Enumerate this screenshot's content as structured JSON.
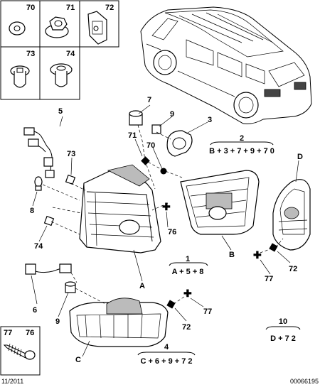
{
  "fastener_grid": {
    "labels": [
      "70",
      "71",
      "72",
      "73",
      "74"
    ]
  },
  "screw_box": {
    "labels": [
      "77",
      "76"
    ]
  },
  "callouts": {
    "c3": "3",
    "c5": "5",
    "c6": "6",
    "c7": "7",
    "c8": "8",
    "c9_top": "9",
    "c9_bottom": "9",
    "c70": "70",
    "c71": "71",
    "c72_right": "72",
    "c72_bottom": "72",
    "c73": "73",
    "c74": "74",
    "c76": "76",
    "c77_right": "77",
    "c77_bottom": "77",
    "letter_a": "A",
    "letter_b": "B",
    "letter_c": "C",
    "letter_d": "D"
  },
  "kits": {
    "k1": {
      "number": "1",
      "formula": "A + 5 + 8"
    },
    "k2": {
      "number": "2",
      "formula": "B + 3 + 7 + 9 + 7 0"
    },
    "k4": {
      "number": "4",
      "formula": "C + 6 + 9 + 7 2"
    },
    "k10": {
      "number": "10",
      "formula": "D + 7 2"
    }
  },
  "footer": {
    "date": "11/2011",
    "reference": "00066195"
  }
}
